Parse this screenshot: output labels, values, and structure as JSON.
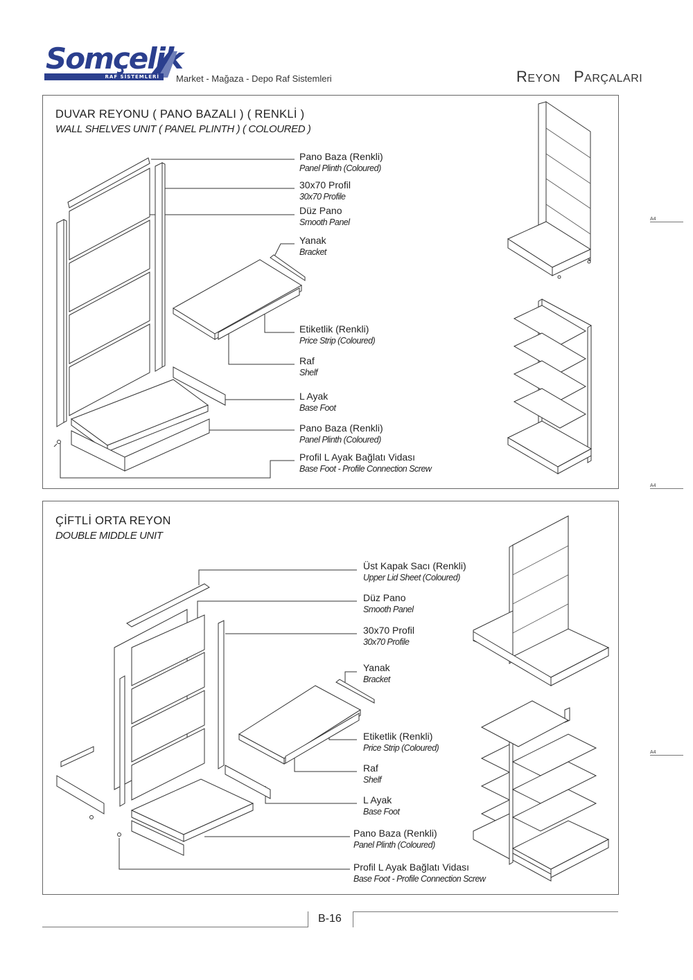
{
  "header": {
    "logo": "Somçelik",
    "logo_sub": "RAF SİSTEMLERİ",
    "tagline": "Market - Mağaza - Depo Raf Sistemleri",
    "title_first": "R",
    "title_first_rest": "EYON",
    "title_second": "P",
    "title_second_rest": "ARÇALARI"
  },
  "side_tags": [
    "A4",
    "A4",
    "A4"
  ],
  "section1": {
    "title": "DUVAR REYONU ( PANO BAZALI ) ( RENKLİ )",
    "subtitle": "WALL SHELVES UNIT ( PANEL PLINTH ) ( COLOURED )",
    "labels": [
      {
        "tr": "Pano Baza (Renkli)",
        "en": "Panel Plinth (Coloured)"
      },
      {
        "tr": "30x70 Profil",
        "en": "30x70 Profile"
      },
      {
        "tr": "Düz Pano",
        "en": "Smooth Panel"
      },
      {
        "tr": "Yanak",
        "en": "Bracket"
      },
      {
        "tr": "Etiketlik (Renkli)",
        "en": "Price Strip (Coloured)"
      },
      {
        "tr": "Raf",
        "en": "Shelf"
      },
      {
        "tr": "L Ayak",
        "en": "Base Foot"
      },
      {
        "tr": "Pano Baza (Renkli)",
        "en": "Panel Plinth (Coloured)"
      },
      {
        "tr": "Profil L Ayak Bağlatı Vidası",
        "en": "Base Foot - Profile Connection Screw"
      }
    ]
  },
  "section2": {
    "title": "ÇİFTLİ ORTA REYON",
    "subtitle": "DOUBLE MIDDLE UNIT",
    "labels": [
      {
        "tr": "Üst Kapak Sacı (Renkli)",
        "en": "Upper Lid Sheet (Coloured)"
      },
      {
        "tr": "Düz Pano",
        "en": "Smooth Panel"
      },
      {
        "tr": "30x70 Profil",
        "en": "30x70 Profile"
      },
      {
        "tr": "Yanak",
        "en": "Bracket"
      },
      {
        "tr": "Etiketlik (Renkli)",
        "en": "Price Strip (Coloured)"
      },
      {
        "tr": "Raf",
        "en": "Shelf"
      },
      {
        "tr": "L Ayak",
        "en": "Base Foot"
      },
      {
        "tr": "Pano Baza (Renkli)",
        "en": "Panel Plinth (Coloured)"
      },
      {
        "tr": "Profil L Ayak Bağlatı Vidası",
        "en": "Base Foot - Profile Connection Screw"
      }
    ]
  },
  "footer": {
    "page_number": "B-16"
  },
  "colors": {
    "brand": "#2b3f8e",
    "line": "#333333",
    "frame": "#666666"
  }
}
